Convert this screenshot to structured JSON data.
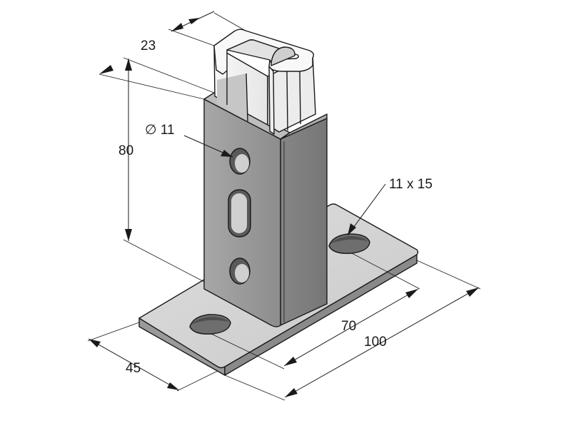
{
  "dimensions": {
    "profile_width": "23",
    "height": "80",
    "hole_diameter": "∅ 11",
    "slot_size": "11 x 15",
    "hole_spacing": "70",
    "base_length": "100",
    "base_width": "45"
  },
  "colors": {
    "line": "#1a1a1a",
    "base_top": "#d7d7d7",
    "base_side": "#8f8f8f",
    "post_front": "#9c9c9c",
    "post_side": "#7f7f7f",
    "channel": "#f4f4f4"
  }
}
